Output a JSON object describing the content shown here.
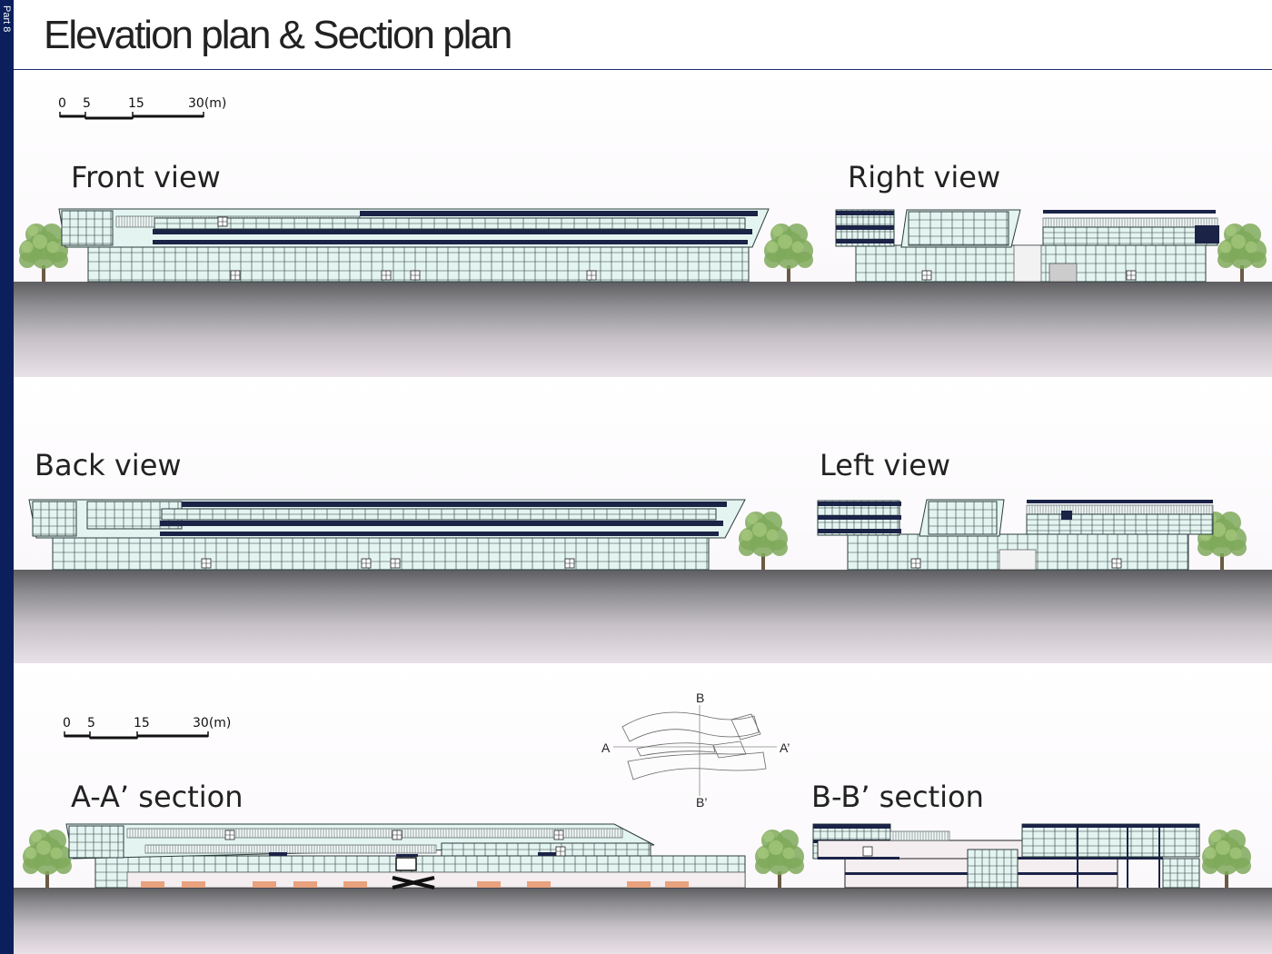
{
  "sidebar": {
    "label": "Part 8"
  },
  "header": {
    "title": "Elevation plan & Section plan"
  },
  "scale_bar_1": {
    "ticks": [
      "0",
      "5",
      "15",
      "30(m)"
    ]
  },
  "scale_bar_2": {
    "ticks": [
      "0",
      "5",
      "15",
      "30(m)"
    ]
  },
  "views": {
    "front": "Front view",
    "right": "Right view",
    "back": "Back view",
    "left": "Left view",
    "aa_section": "A-A’  section",
    "bb_section": "B-B’  section"
  },
  "key_plan": {
    "a": "A",
    "a_prime": "A’",
    "b": "B",
    "b_prime": "B’"
  },
  "colors": {
    "sidebar": "#0a1f5c",
    "glass": "#e4f4f1",
    "mullion": "#2a3d3a",
    "dark_band": "#1b2347",
    "ground_top": "#5e5e61",
    "tree": "#7fa95a",
    "section_cut": "#e8a27e"
  },
  "icons": [
    "tree-icon"
  ]
}
